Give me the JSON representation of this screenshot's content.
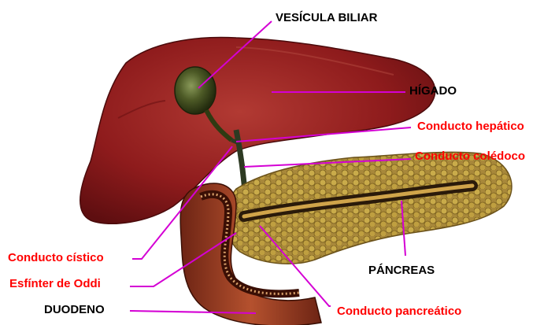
{
  "colors": {
    "leader_line": "#d400d4",
    "label_black": "#000000",
    "label_red": "#ff0000",
    "liver": "#8e1b1c",
    "pancreas": "#b99a3a",
    "duodenum": "#9a3b22",
    "gallbladder": "#3c4a1c"
  },
  "labels": {
    "vesicula_biliar": "VESÍCULA BILIAR",
    "higado": "HÍGADO",
    "conducto_hepatico": "Conducto hepático",
    "conducto_coledoco": "Conducto colédoco",
    "conducto_cistico": "Conducto cístico",
    "esfinter_oddi": "Esfínter de Oddi",
    "pancreas": "PÁNCREAS",
    "duodeno": "DUODENO",
    "conducto_pancreatico": "Conducto pancreático"
  }
}
